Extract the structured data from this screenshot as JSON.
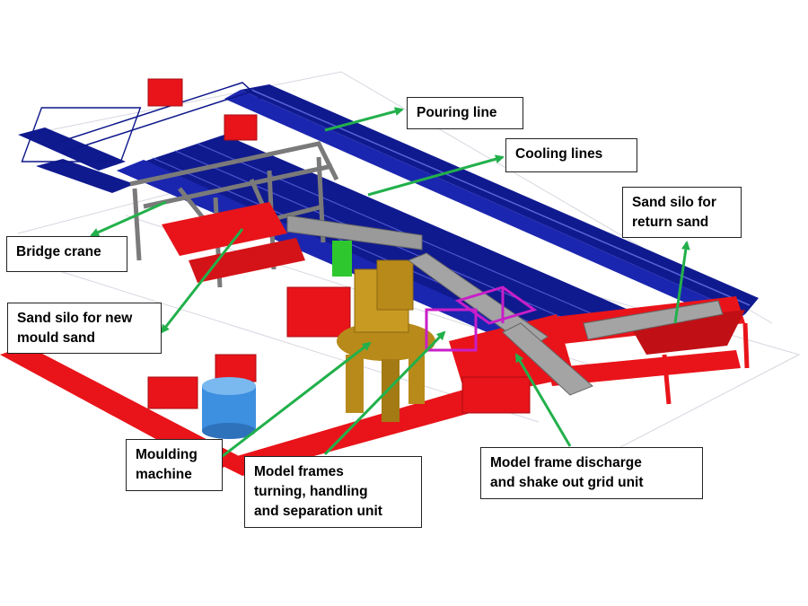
{
  "labels": {
    "pouring_line": "Pouring line",
    "cooling_lines": "Cooling lines",
    "sand_silo_return": [
      "Sand silo for",
      "return sand"
    ],
    "bridge_crane": "Bridge crane",
    "sand_silo_new": [
      "Sand silo for new",
      "mould sand"
    ],
    "moulding_machine": [
      "Moulding",
      "machine"
    ],
    "model_frames": [
      "Model frames",
      "turning, handling",
      "and separation unit"
    ],
    "model_frame_discharge": [
      "Model frame discharge",
      "and shake out grid unit"
    ]
  },
  "colors": {
    "conveyor_blue": "#101a8f",
    "structure_red": "#e8141a",
    "dark_red": "#a80d12",
    "crane_gray": "#8c8c8c",
    "machine_tan": "#b88a1a",
    "silo_blue": "#3d8fe0",
    "frame_magenta": "#c81ec8",
    "arrow_green": "#22b04b",
    "silo_green": "#2ec82e"
  }
}
